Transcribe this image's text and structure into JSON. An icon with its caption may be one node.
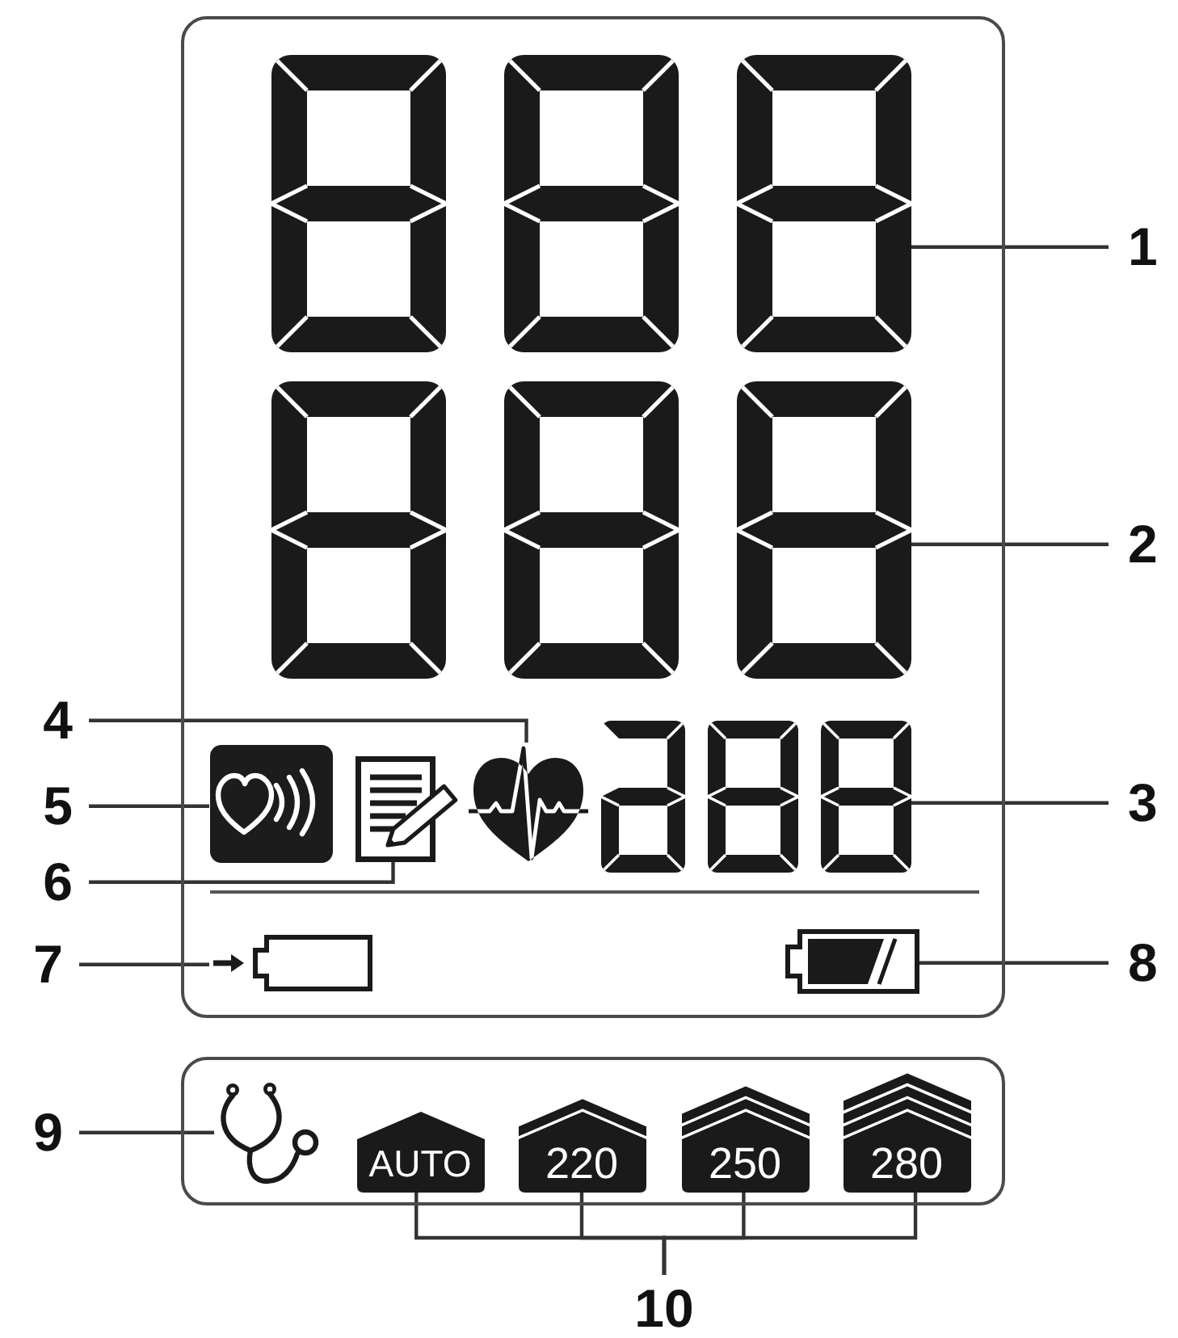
{
  "diagram": {
    "nodes": [
      {
        "text": [],
        "shape": "box"
      },
      {
        "text": [],
        "shape": "picture",
        "in": 0
      },
      {
        "text": [],
        "shape": "picture",
        "in": 0
      },
      {
        "text": [],
        "shape": "picture",
        "in": 0
      },
      {
        "text": [],
        "shape": "picture",
        "in": 0
      },
      {
        "text": [],
        "shape": "picture",
        "in": 0
      },
      {
        "text": [],
        "shape": "picture",
        "in": 0
      },
      {
        "text": [],
        "shape": "picture",
        "in": 0
      },
      {
        "text": [],
        "shape": "picture",
        "in": 0
      },
      {
        "text": [],
        "shape": "box"
      },
      {
        "text": [],
        "shape": "picture",
        "in": 9
      },
      {
        "text": [
          "AUTO"
        ],
        "in": 9
      },
      {
        "text": [
          "220"
        ],
        "in": 9
      },
      {
        "text": [
          "250"
        ],
        "in": 9
      },
      {
        "text": [
          "280"
        ],
        "in": 9
      },
      {
        "text": [
          "1"
        ]
      },
      {
        "text": [
          "2"
        ]
      },
      {
        "text": [
          "3"
        ]
      },
      {
        "text": [
          "4"
        ]
      },
      {
        "text": [
          "5"
        ]
      },
      {
        "text": [
          "6"
        ]
      },
      {
        "text": [
          "7"
        ]
      },
      {
        "text": [
          "8"
        ]
      },
      {
        "text": [
          "9"
        ]
      },
      {
        "text": [
          "10"
        ]
      }
    ],
    "edges": [
      {
        "from": 15,
        "to": 1,
        "arrow": "none"
      },
      {
        "from": 16,
        "to": 2,
        "arrow": "none"
      },
      {
        "from": 17,
        "to": 6,
        "arrow": "none"
      },
      {
        "from": 18,
        "to": 5,
        "arrow": "none"
      },
      {
        "from": 19,
        "to": 3,
        "arrow": "none"
      },
      {
        "from": 20,
        "to": 4,
        "arrow": "none"
      },
      {
        "from": 21,
        "to": 7,
        "arrow": "none"
      },
      {
        "from": 22,
        "to": 8,
        "arrow": "none"
      },
      {
        "from": 23,
        "to": 10,
        "arrow": "none"
      },
      {
        "from": 24,
        "to": 11,
        "arrow": "none"
      },
      {
        "from": 24,
        "to": 12,
        "arrow": "none"
      },
      {
        "from": 24,
        "to": 13,
        "arrow": "none"
      },
      {
        "from": 24,
        "to": 14,
        "arrow": "none"
      }
    ]
  }
}
